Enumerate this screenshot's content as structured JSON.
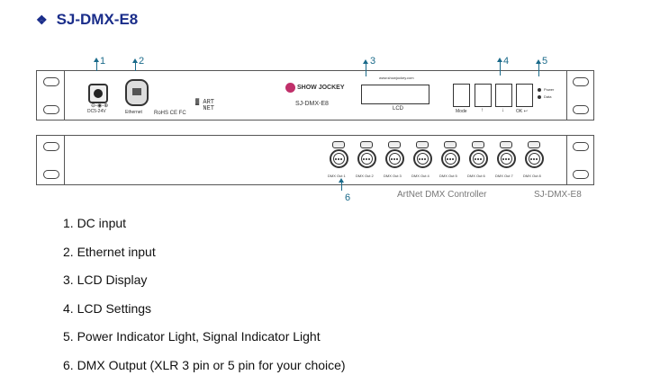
{
  "title": "SJ-DMX-E8",
  "front_panel": {
    "dc_label": "DC5-24V",
    "ethernet_label": "Ethernet",
    "cert_text": "RoHS CE FC",
    "brand": "SHOW JOCKEY",
    "model": "SJ-DMX-E8",
    "website": "www.showjockey.com",
    "lcd_label": "LCD",
    "buttons": [
      "Mode",
      "↑",
      "↓",
      "OK ↩"
    ],
    "leds": [
      "Power",
      "Data"
    ]
  },
  "rear_panel": {
    "outputs": [
      "DMX Out 1",
      "DMX Out 2",
      "DMX Out 3",
      "DMX Out 4",
      "DMX Out 5",
      "DMX Out 6",
      "DMX Out 7",
      "DMX Out 8"
    ],
    "product_name": "ArtNet DMX Controller",
    "model": "SJ-DMX-E8"
  },
  "callouts": [
    "1",
    "2",
    "3",
    "4",
    "5",
    "6"
  ],
  "items": [
    "1.  DC input",
    "2. Ethernet input",
    "3. LCD Display",
    "4. LCD Settings",
    "5. Power Indicator Light, Signal Indicator Light",
    "6. DMX Output (XLR 3 pin or 5 pin for your choice)"
  ]
}
